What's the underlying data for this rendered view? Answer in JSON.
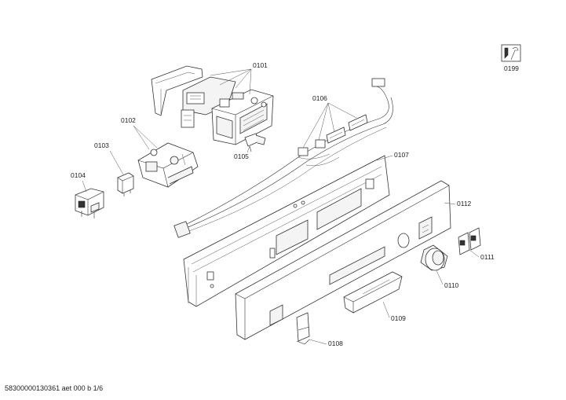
{
  "diagram": {
    "labels": {
      "p0101": "0101",
      "p0102": "0102",
      "p0103": "0103",
      "p0104": "0104",
      "p0105": "0105",
      "p0106": "0106",
      "p0107": "0107",
      "p0108": "0108",
      "p0109": "0109",
      "p0110": "0110",
      "p0111": "0111",
      "p0112": "0112",
      "p0199": "0199"
    },
    "footer": "58300000130361 aet 000 b 1/6",
    "service_icon": "wrench-manual-icon"
  }
}
